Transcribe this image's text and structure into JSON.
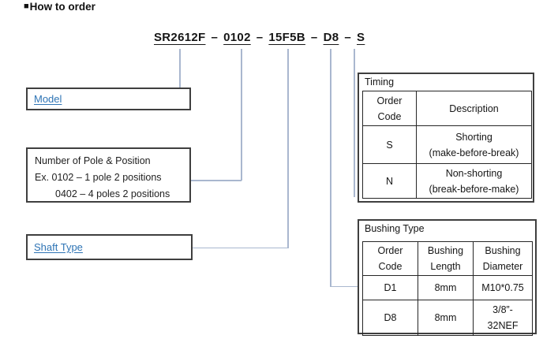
{
  "page": {
    "bullet": "■",
    "title": "How to order"
  },
  "part_number": {
    "separator": "–",
    "segments": [
      "SR2612F",
      "0102",
      "15F5B",
      "D8",
      "S"
    ]
  },
  "model_box": {
    "label": "Model"
  },
  "pole_position_box": {
    "title": "Number of Pole & Position",
    "example1": "Ex. 0102 – 1 pole 2 positions",
    "example2": "0402 – 4 poles 2 positions"
  },
  "shaft_type_box": {
    "label": "Shaft Type"
  },
  "timing": {
    "title": "Timing",
    "headers": {
      "order_code": [
        "Order",
        "Code"
      ],
      "description": "Description"
    },
    "rows": [
      {
        "code": "S",
        "description": [
          "Shorting",
          "(make-before-break)"
        ]
      },
      {
        "code": "N",
        "description": [
          "Non-shorting",
          "(break-before-make)"
        ]
      }
    ]
  },
  "bushing": {
    "title": "Bushing Type",
    "headers": {
      "order_code": [
        "Order",
        "Code"
      ],
      "length": [
        "Bushing",
        "Length"
      ],
      "diameter": [
        "Bushing",
        "Diameter"
      ]
    },
    "rows": [
      {
        "code": "D1",
        "length": "8mm",
        "diameter": [
          "M10*0.75"
        ]
      },
      {
        "code": "D8",
        "length": "8mm",
        "diameter": [
          "3/8”-",
          "32NEF"
        ]
      }
    ]
  },
  "colors": {
    "link": "#2e74b5",
    "connector": "#a9b7cf",
    "border-dark": "#3f3f3f",
    "table-border": "#262626",
    "text": "#1f1f1f"
  }
}
